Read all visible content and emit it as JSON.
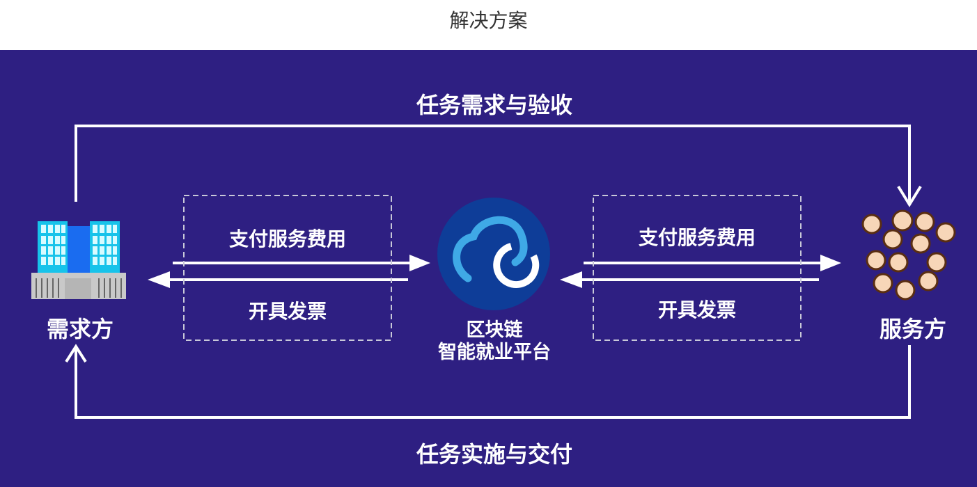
{
  "header": {
    "title": "解决方案"
  },
  "diagram": {
    "top_flow": "任务需求与验收",
    "bottom_flow": "任务实施与交付",
    "demand_side": "需求方",
    "service_side": "服务方",
    "platform_line1": "区块链",
    "platform_line2": "智能就业平台",
    "left_box": {
      "pay": "支付服务费用",
      "invoice": "开具发票"
    },
    "right_box": {
      "pay": "支付服务费用",
      "invoice": "开具发票"
    },
    "colors": {
      "background": "#2e1f82",
      "platform_circle": "#0e3d98",
      "cloud": "#3fa9e6"
    }
  }
}
